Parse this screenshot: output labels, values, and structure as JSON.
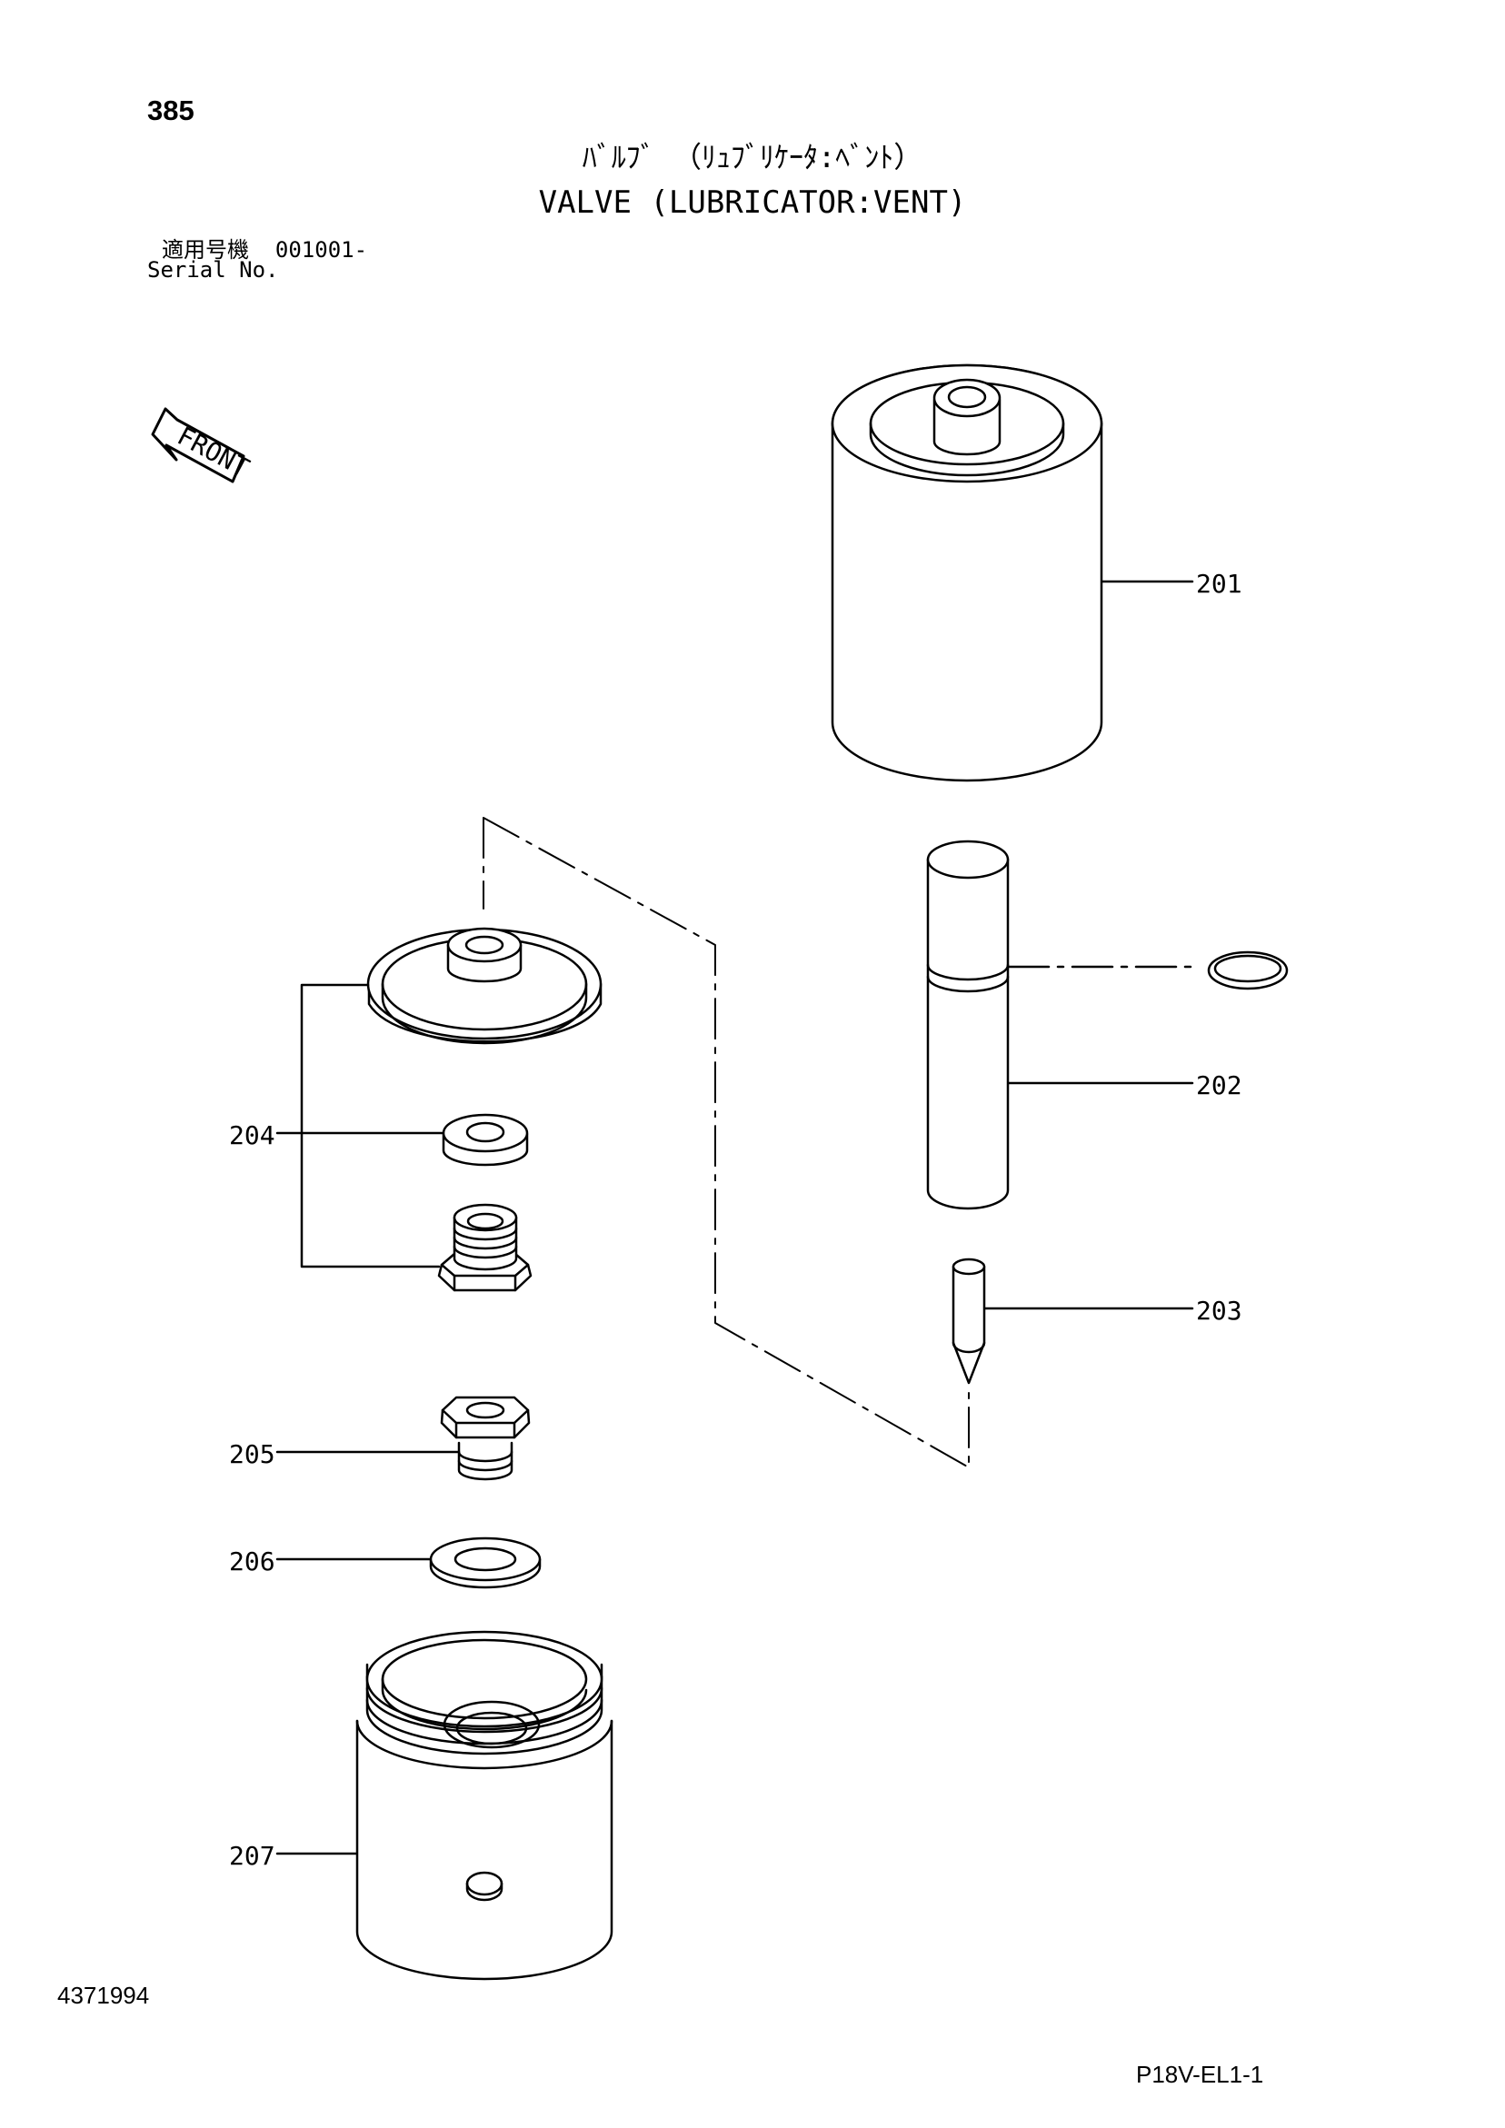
{
  "page": {
    "page_number": "385",
    "title_japanese": "ﾊﾞﾙﾌﾞ （ﾘｭﾌﾞﾘｹｰﾀ:ﾍﾞﾝﾄ）",
    "title_english": "VALVE (LUBRICATOR:VENT)",
    "serial_label_japanese": "適用号機",
    "serial_range": "001001-",
    "serial_label_english": "Serial No.",
    "document_number": "4371994",
    "sheet_code": "P18V-EL1-1"
  },
  "orientation": {
    "front_label": "FRONT"
  },
  "parts": {
    "p201": "201",
    "p202": "202",
    "p203": "203",
    "p204": "204",
    "p205": "205",
    "p206": "206",
    "p207": "207"
  },
  "colors": {
    "line": "#000000",
    "background": "#ffffff"
  }
}
